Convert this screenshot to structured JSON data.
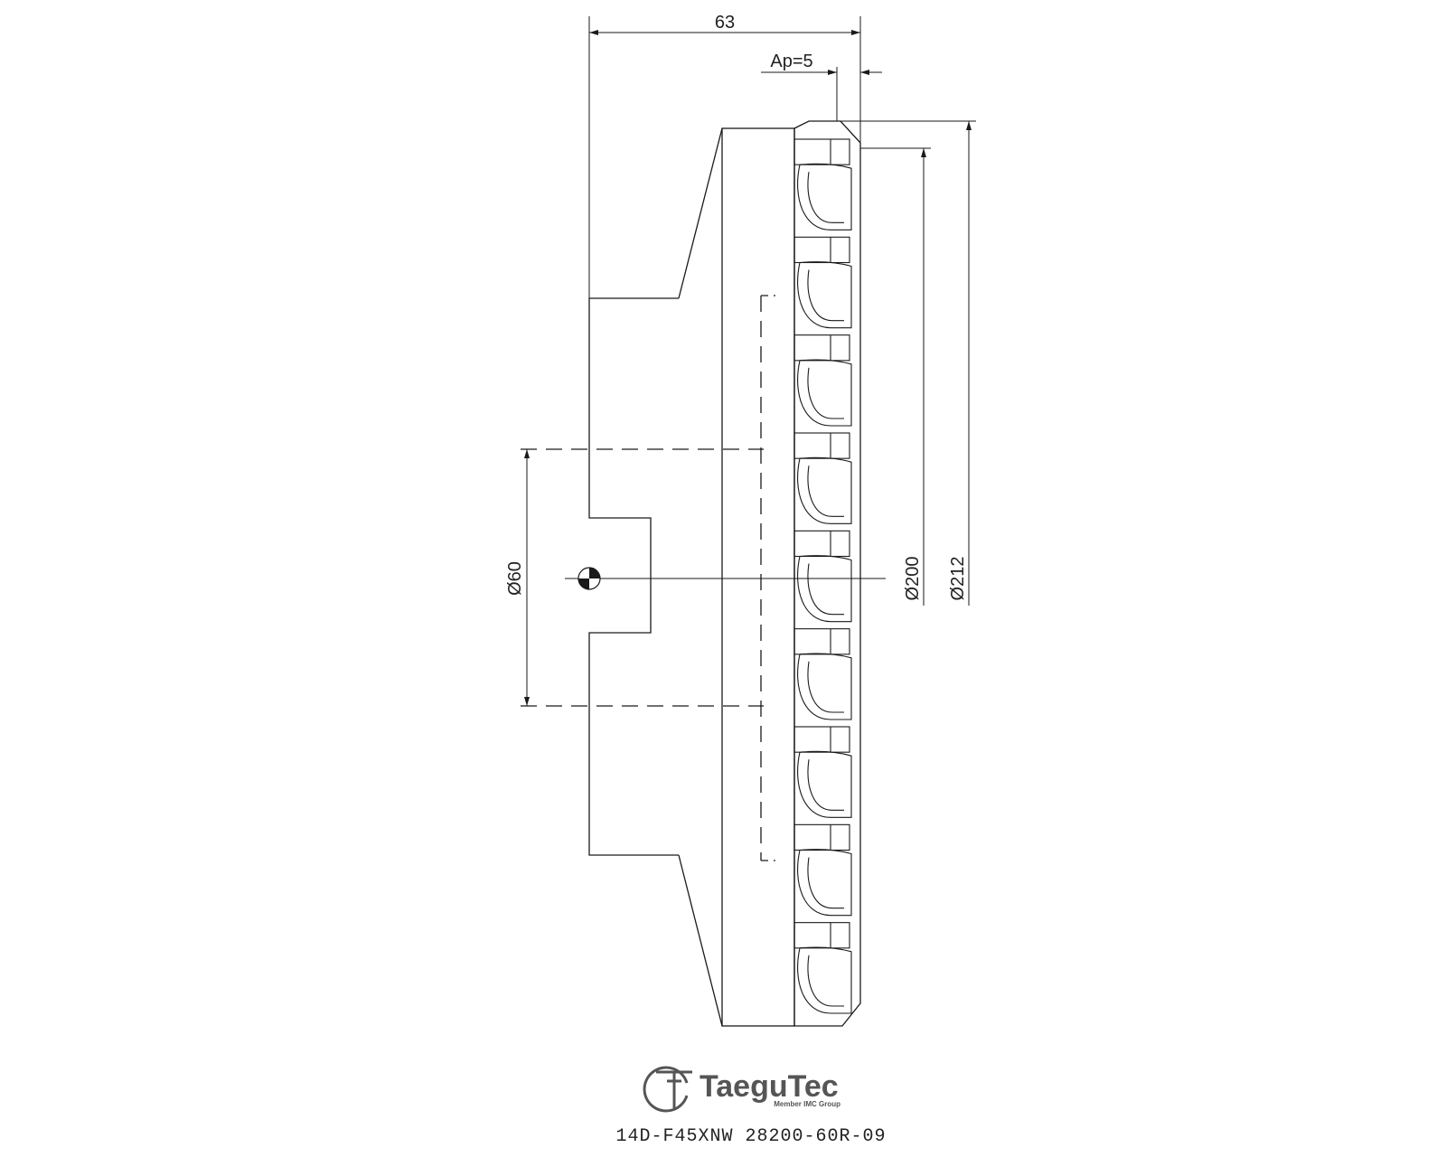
{
  "drawing": {
    "dim_width": "63",
    "dim_ap": "Ap=5",
    "dim_bore": "Ø60",
    "dim_inner": "Ø200",
    "dim_outer": "Ø212",
    "inserts_per_side": 9
  },
  "logo": {
    "brand": "TaeguTec",
    "tagline": "Member IMC Group"
  },
  "part_code": "14D-F45XNW 28200-60R-09",
  "colors": {
    "line": "#1a1a1a",
    "logo": "#555555"
  }
}
